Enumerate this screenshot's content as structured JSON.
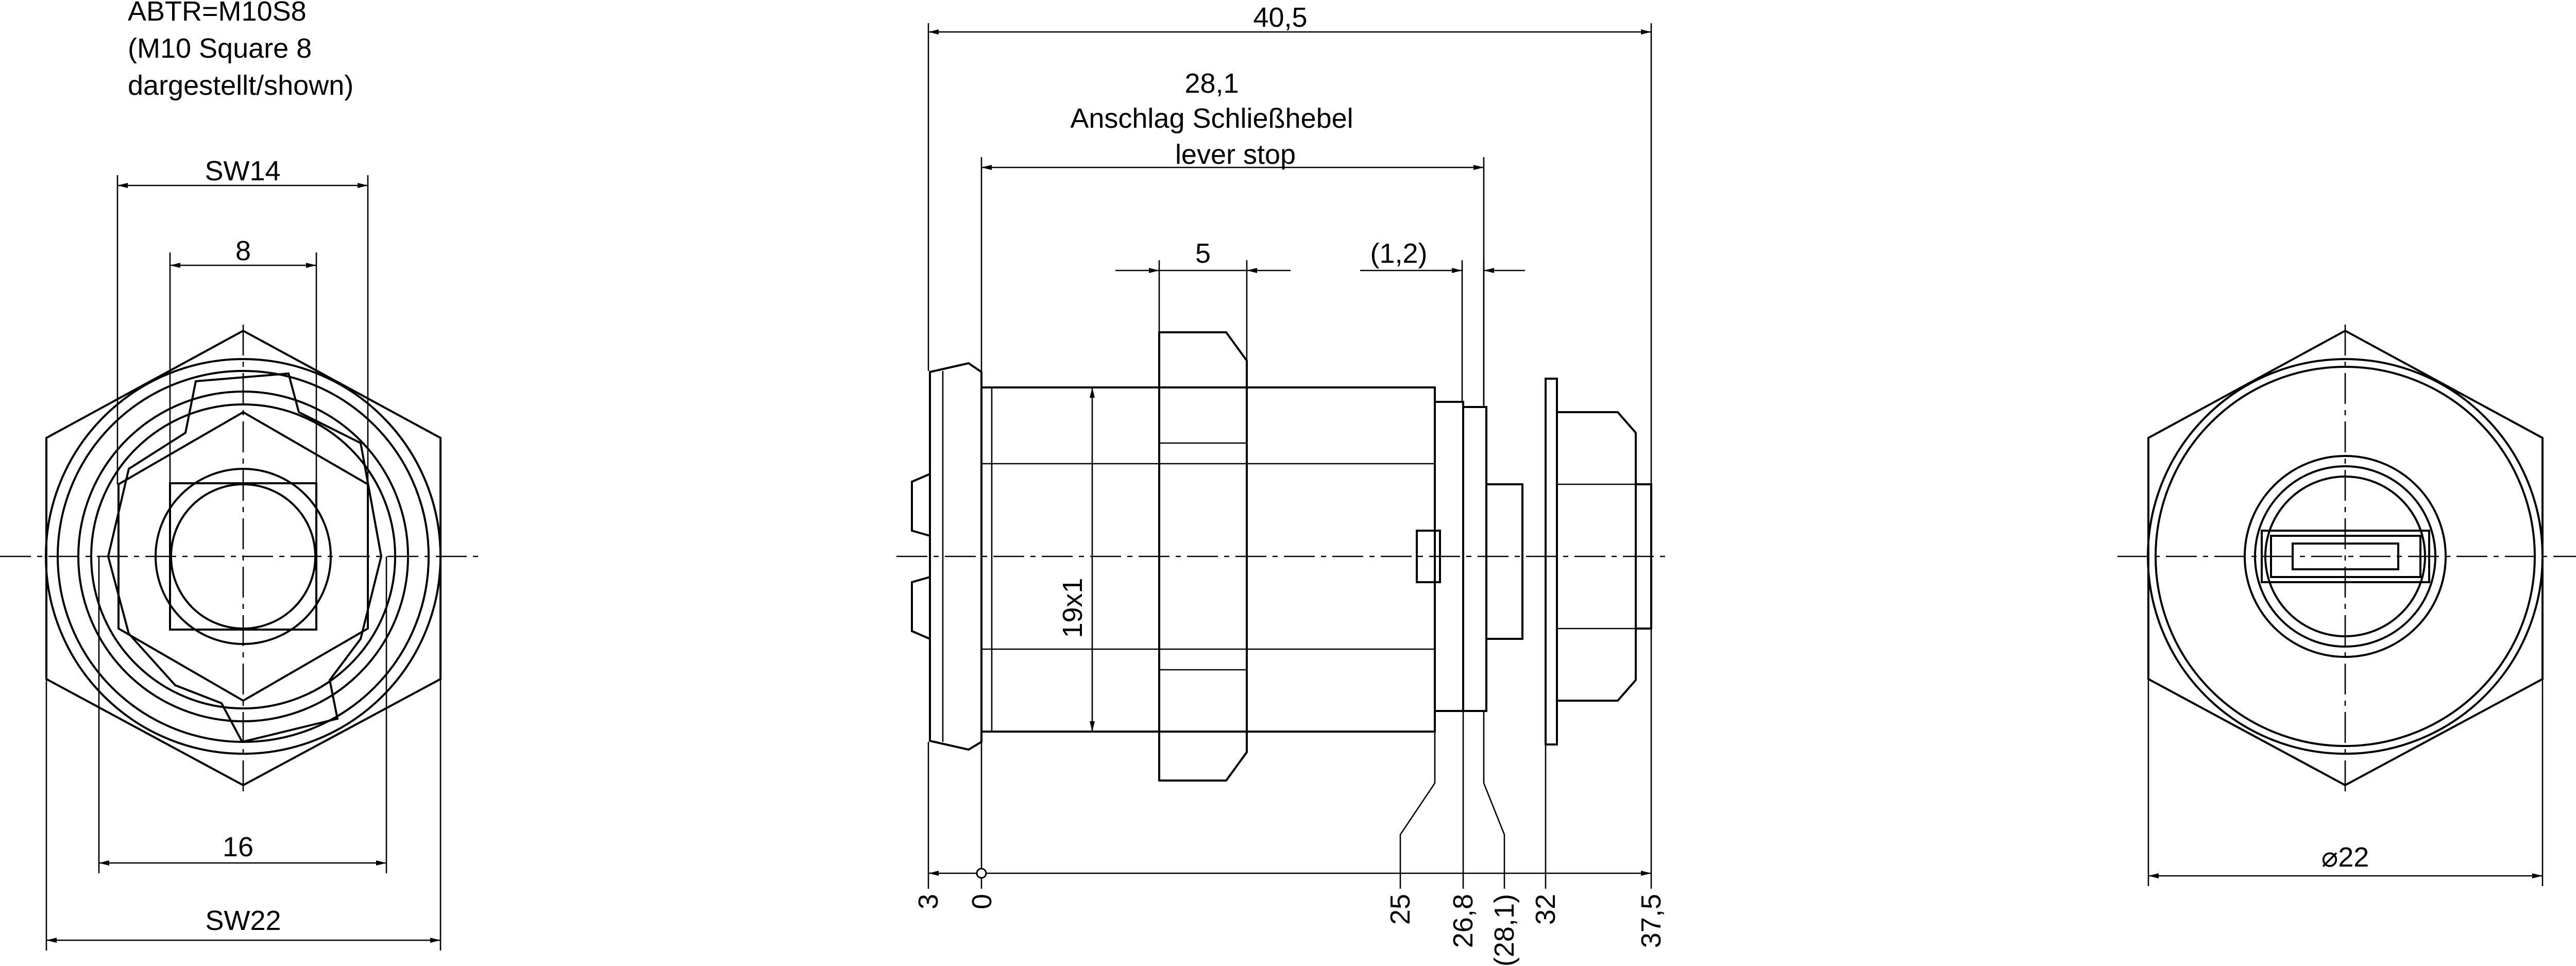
{
  "note": {
    "line1": "ABTR=M10S8",
    "line2": "(M10 Square 8",
    "line3": "dargestellt/shown)"
  },
  "front_view": {
    "dim_sw14": "SW14",
    "dim_8": "8",
    "dim_16": "16",
    "dim_sw22": "SW22"
  },
  "side_view": {
    "dim_total": "40,5",
    "dim_lever_value": "28,1",
    "dim_lever_de": "Anschlag Schließhebel",
    "dim_lever_en": "lever stop",
    "dim_5": "5",
    "dim_1_2": "(1,2)",
    "dim_thread": "19x1",
    "ordinates": [
      "3",
      "0",
      "25",
      "26,8",
      "(28,1)",
      "32",
      "37,5"
    ]
  },
  "rear_view": {
    "dim_diameter": "⌀22"
  }
}
